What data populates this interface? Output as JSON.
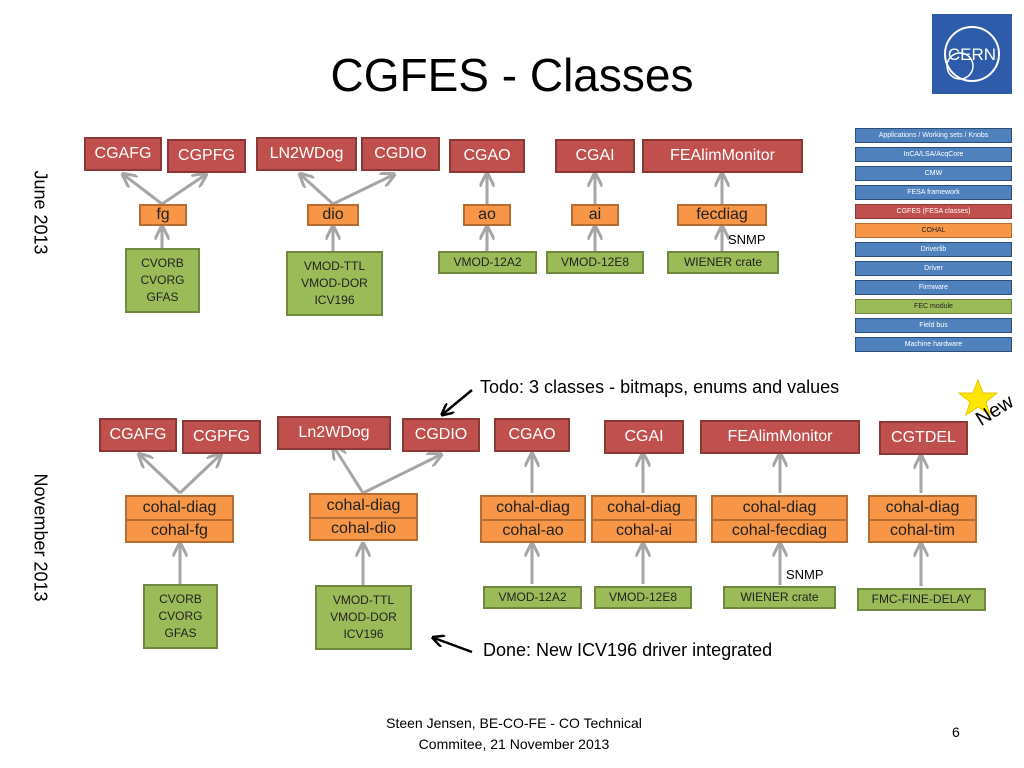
{
  "title": "CGFES - Classes",
  "logo_text": "CERN",
  "june_label": "June 2013",
  "november_label": "November 2013",
  "legend": {
    "layers": [
      {
        "label": "Applications / Working sets / Knobs",
        "color": "blue"
      },
      {
        "label": "InCA/LSA/AcqCore",
        "color": "blue"
      },
      {
        "label": "CMW",
        "color": "blue"
      },
      {
        "label": "FESA framework",
        "color": "blue"
      },
      {
        "label": "CGFES (FESA classes)",
        "color": "red"
      },
      {
        "label": "COHAL",
        "color": "orange"
      },
      {
        "label": "Driverlib",
        "color": "blue"
      },
      {
        "label": "Driver",
        "color": "blue"
      },
      {
        "label": "Firmware",
        "color": "blue"
      },
      {
        "label": "FEC module",
        "color": "green"
      },
      {
        "label": "Field bus",
        "color": "blue"
      },
      {
        "label": "Machine hardware",
        "color": "blue"
      }
    ]
  },
  "june": {
    "classes": [
      "CGAFG",
      "CGPFG",
      "LN2WDog",
      "CGDIO",
      "CGAO",
      "CGAI",
      "FEAlimMonitor"
    ],
    "cohal": [
      "fg",
      "dio",
      "ao",
      "ai",
      "fecdiag"
    ],
    "modules": [
      "CVORB\nCVORG\nGFAS",
      "VMOD-TTL\nVMOD-DOR\nICV196",
      "VMOD-12A2",
      "VMOD-12E8",
      "WIENER crate"
    ],
    "snmp": "SNMP"
  },
  "november": {
    "classes": [
      "CGAFG",
      "CGPFG",
      "Ln2WDog",
      "CGDIO",
      "CGAO",
      "CGAI",
      "FEAlimMonitor",
      "CGTDEL"
    ],
    "cohal": [
      {
        "top": "cohal-diag",
        "bottom": "cohal-fg"
      },
      {
        "top": "cohal-diag",
        "bottom": "cohal-dio"
      },
      {
        "top": "cohal-diag",
        "bottom": "cohal-ao"
      },
      {
        "top": "cohal-diag",
        "bottom": "cohal-ai"
      },
      {
        "top": "cohal-diag",
        "bottom": "cohal-fecdiag"
      },
      {
        "top": "cohal-diag",
        "bottom": "cohal-tim"
      }
    ],
    "modules": [
      "CVORB\nCVORG\nGFAS",
      "VMOD-TTL\nVMOD-DOR\nICV196",
      "VMOD-12A2",
      "VMOD-12E8",
      "WIENER crate",
      "FMC-FINE-DELAY"
    ],
    "snmp": "SNMP"
  },
  "todo_note": "Todo: 3 classes - bitmaps, enums and values",
  "done_note": "Done: New ICV196 driver integrated",
  "new_badge": "New",
  "footer": {
    "author": "Steen Jensen, BE-CO-FE - CO Technical Commitee, 21 November 2013",
    "page_number": "6"
  },
  "colors": {
    "red": "#c0504d",
    "orange": "#f79646",
    "green": "#9bbb59",
    "blue": "#4f81bd",
    "logo": "#2e5cab",
    "star": "#ffe600"
  }
}
